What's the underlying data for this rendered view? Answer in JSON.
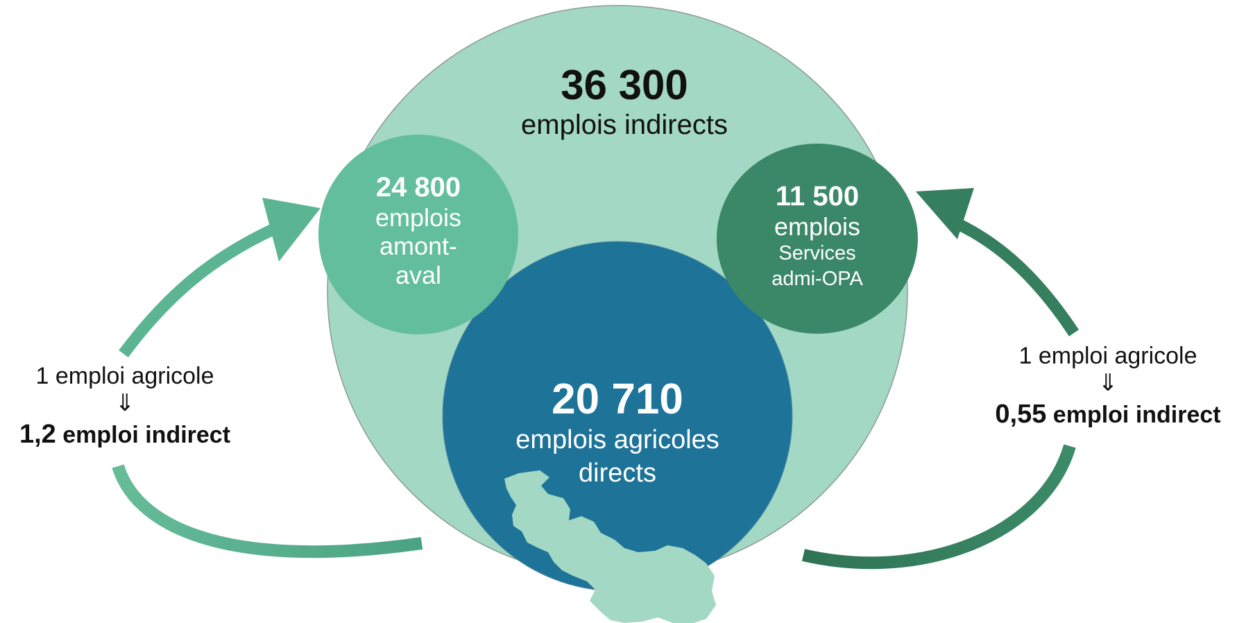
{
  "total": {
    "value": "36 300",
    "label": "emplois indirects"
  },
  "upstream": {
    "value": "24 800",
    "line1": "emplois",
    "line2": "amont-",
    "line3": "aval"
  },
  "services": {
    "value": "11 500",
    "line1": "emplois",
    "line2": "Services",
    "line3": "admi-OPA"
  },
  "direct": {
    "value": "20 710",
    "line1": "emplois agricoles",
    "line2": "directs"
  },
  "left_ratio": {
    "top": "1 emploi agricole",
    "arrow": "⇓",
    "value": "1,2",
    "unit": "emploi indirect"
  },
  "right_ratio": {
    "top": "1 emploi agricole",
    "arrow": "⇓",
    "value": "0,55",
    "unit": "emploi indirect"
  },
  "colors": {
    "outer_circle": "#a3d9c4",
    "upstream_circle": "#62be9c",
    "services_circle": "#3b8868",
    "direct_circle": "#1e7398",
    "map_shape": "#a3d9c4",
    "left_arrow": "#5cb592",
    "right_arrow": "#367e60"
  }
}
